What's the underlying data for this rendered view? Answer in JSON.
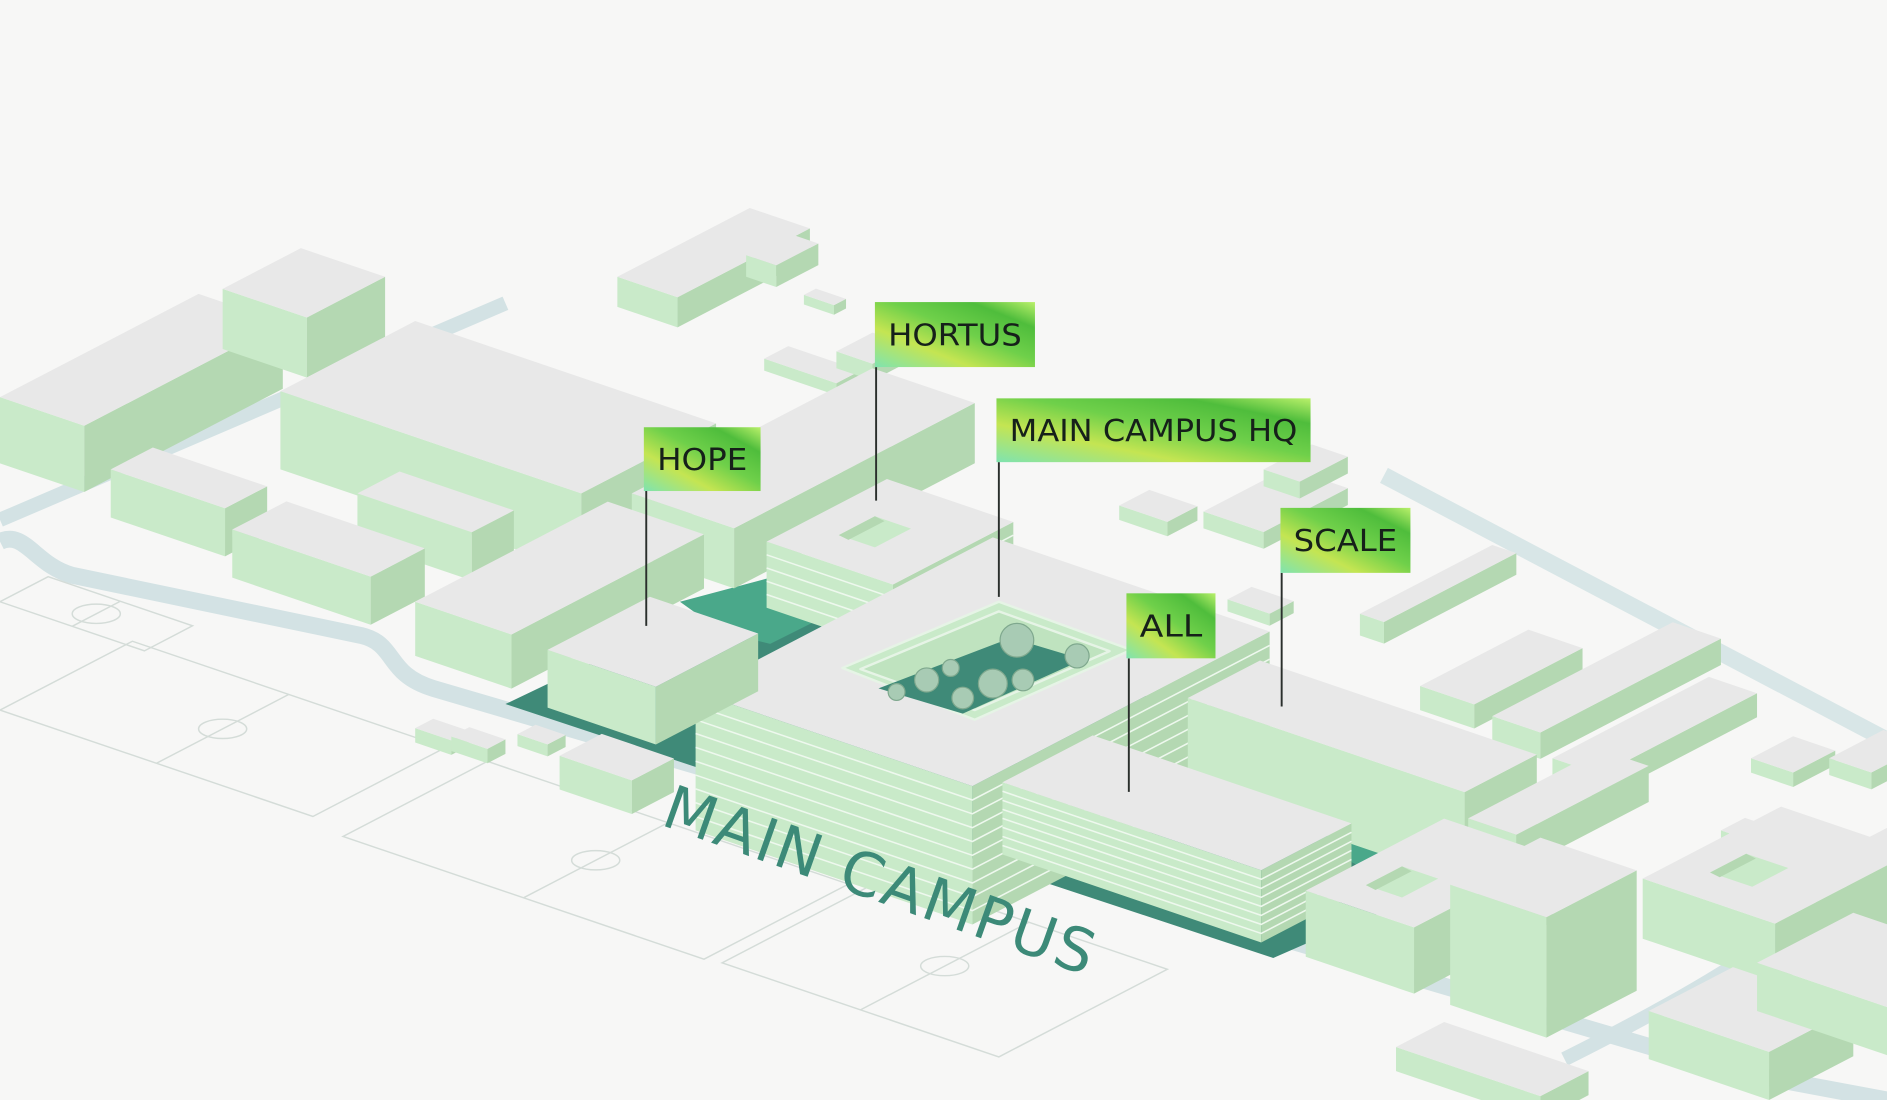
{
  "map": {
    "area_label": "MAIN CAMPUS",
    "flags": [
      {
        "id": "hope",
        "label": "HOPE"
      },
      {
        "id": "hortus",
        "label": "HORTUS"
      },
      {
        "id": "hq",
        "label": "MAIN CAMPUS HQ"
      },
      {
        "id": "scale",
        "label": "SCALE"
      },
      {
        "id": "all",
        "label": "ALL"
      }
    ]
  },
  "colors": {
    "background": "#f7f7f6",
    "roof": "#e8e8e8",
    "wall_light": "#c9eac9",
    "wall_dark": "#b4d8b2",
    "ground_dark": "#3f8a78",
    "ground_mid": "#4aa88a",
    "road": "#d3e2e4",
    "label": "#3c8a78",
    "flag_start": "#7fe3b0",
    "flag_mid": "#b5e35a",
    "flag_end": "#58c23c"
  }
}
